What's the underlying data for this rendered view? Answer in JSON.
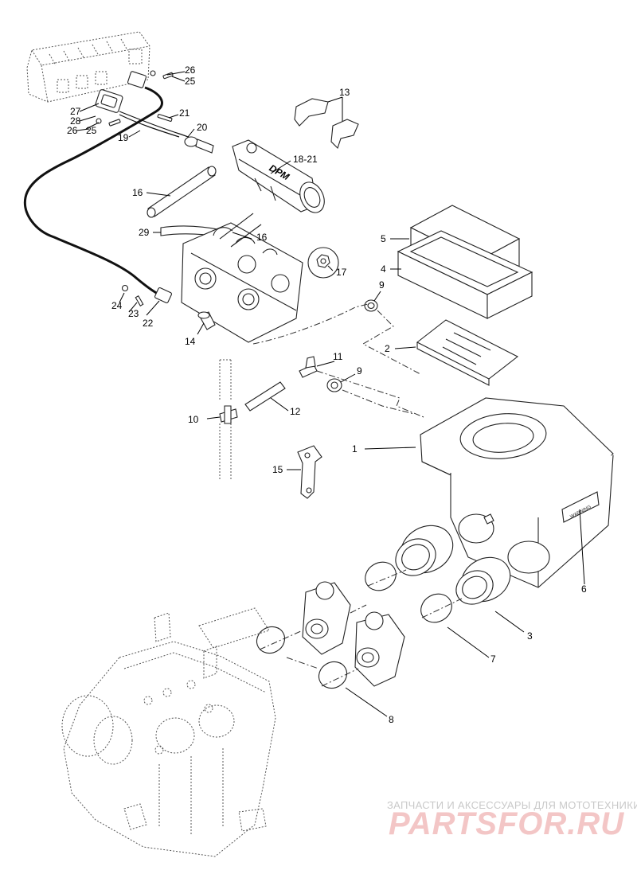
{
  "callouts": [
    {
      "id": "c1",
      "label": "1"
    },
    {
      "id": "c2",
      "label": "2"
    },
    {
      "id": "c3",
      "label": "3"
    },
    {
      "id": "c4",
      "label": "4"
    },
    {
      "id": "c5",
      "label": "5"
    },
    {
      "id": "c6",
      "label": "6"
    },
    {
      "id": "c7",
      "label": "7"
    },
    {
      "id": "c8",
      "label": "8"
    },
    {
      "id": "c9a",
      "label": "9"
    },
    {
      "id": "c9b",
      "label": "9"
    },
    {
      "id": "c10",
      "label": "10"
    },
    {
      "id": "c11",
      "label": "11"
    },
    {
      "id": "c12",
      "label": "12"
    },
    {
      "id": "c13",
      "label": "13"
    },
    {
      "id": "c14",
      "label": "14"
    },
    {
      "id": "c15",
      "label": "15"
    },
    {
      "id": "c16a",
      "label": "16"
    },
    {
      "id": "c16b",
      "label": "16"
    },
    {
      "id": "c17",
      "label": "17"
    },
    {
      "id": "c1821",
      "label": "18-21"
    },
    {
      "id": "c19",
      "label": "19"
    },
    {
      "id": "c20",
      "label": "20"
    },
    {
      "id": "c21",
      "label": "21"
    },
    {
      "id": "c22",
      "label": "22"
    },
    {
      "id": "c23",
      "label": "23"
    },
    {
      "id": "c24",
      "label": "24"
    },
    {
      "id": "c25a",
      "label": "25"
    },
    {
      "id": "c25b",
      "label": "25"
    },
    {
      "id": "c26a",
      "label": "26"
    },
    {
      "id": "c26b",
      "label": "26"
    },
    {
      "id": "c27",
      "label": "27"
    },
    {
      "id": "c28",
      "label": "28"
    },
    {
      "id": "c29",
      "label": "29"
    }
  ],
  "parts": {
    "throttle_body_logo": "DPM",
    "label_plate_text": "WARNING"
  },
  "watermark": {
    "tagline": "ЗАПЧАСТИ И АКСЕССУАРЫ ДЛЯ МОТОТЕХНИКИ",
    "brand": "PARTSFOR.RU"
  }
}
